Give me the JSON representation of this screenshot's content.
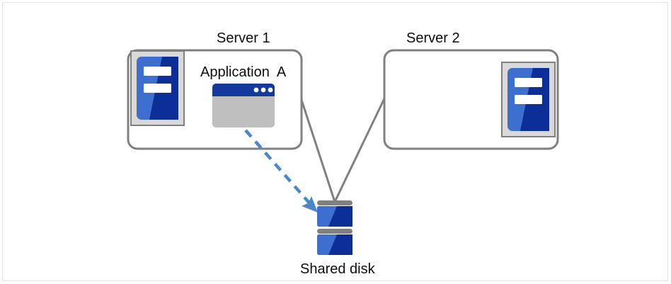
{
  "diagram": {
    "title": "Shared disk cluster with Application A active on Server 1",
    "colors": {
      "box_stroke": "#808080",
      "frame_border": "#e3e3e3",
      "icon_backplate": "#d9d9d9",
      "icon_blue_light": "#3d6fd1",
      "icon_blue_dark": "#0b2f96",
      "window_titlebar": "#123a9c",
      "window_body": "#bfbfbf",
      "arrow_blue": "#4a86c8",
      "connector_gray": "#808080",
      "disk_bar_gray": "#808080",
      "text": "#0d0d0d",
      "background": "#ffffff"
    },
    "nodes": [
      {
        "id": "server-1",
        "label": "Server 1",
        "icon": "server-icon",
        "icon_side": "left",
        "contains": {
          "label": "Application A",
          "icon": "application-window-icon"
        }
      },
      {
        "id": "server-2",
        "label": "Server 2",
        "icon": "server-icon",
        "icon_side": "right",
        "contains": null
      },
      {
        "id": "shared-disk",
        "label": "Shared disk",
        "icon": "disk-stack-icon"
      }
    ],
    "connectors": [
      {
        "id": "server1-to-disk",
        "from": "server-1",
        "to": "shared-disk",
        "style": "solid",
        "color": "#808080",
        "arrow": false
      },
      {
        "id": "server2-to-disk",
        "from": "server-2",
        "to": "shared-disk",
        "style": "solid",
        "color": "#808080",
        "arrow": false
      },
      {
        "id": "application-a-access",
        "from": "application-a",
        "to": "shared-disk",
        "style": "dashed",
        "color": "#4a86c8",
        "arrow": true
      }
    ]
  },
  "labels": {
    "server1": "Server 1",
    "server2": "Server 2",
    "application_a": "Application  A",
    "shared_disk": "Shared disk"
  }
}
